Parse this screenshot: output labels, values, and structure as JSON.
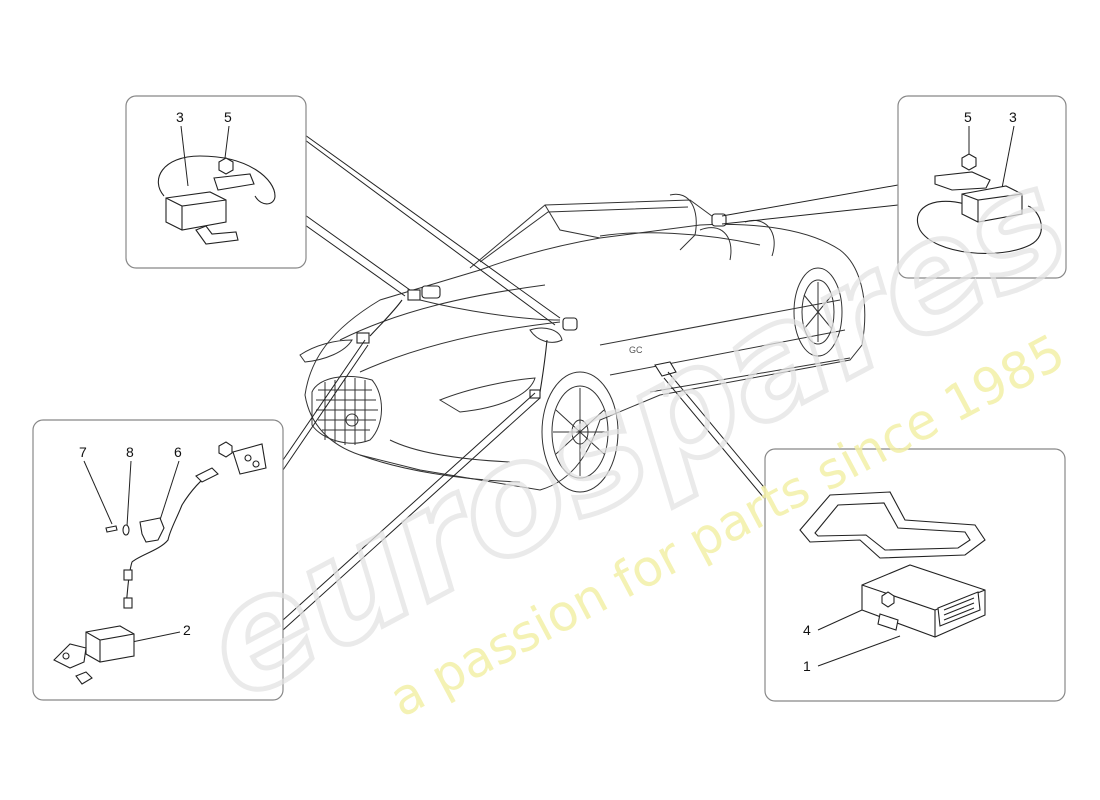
{
  "watermark": {
    "brand": "eurospares",
    "tagline": "a passion for parts since 1985"
  },
  "callouts": {
    "top_left": [
      "3",
      "5"
    ],
    "top_right": [
      "5",
      "3"
    ],
    "bottom_left": [
      "7",
      "8",
      "6",
      "2"
    ],
    "bottom_right": [
      "4",
      "1"
    ]
  },
  "colors": {
    "line": "#222222",
    "box_border": "#888888",
    "watermark_grey": "#e6e6e6",
    "watermark_yellow": "#f3f0a8"
  }
}
